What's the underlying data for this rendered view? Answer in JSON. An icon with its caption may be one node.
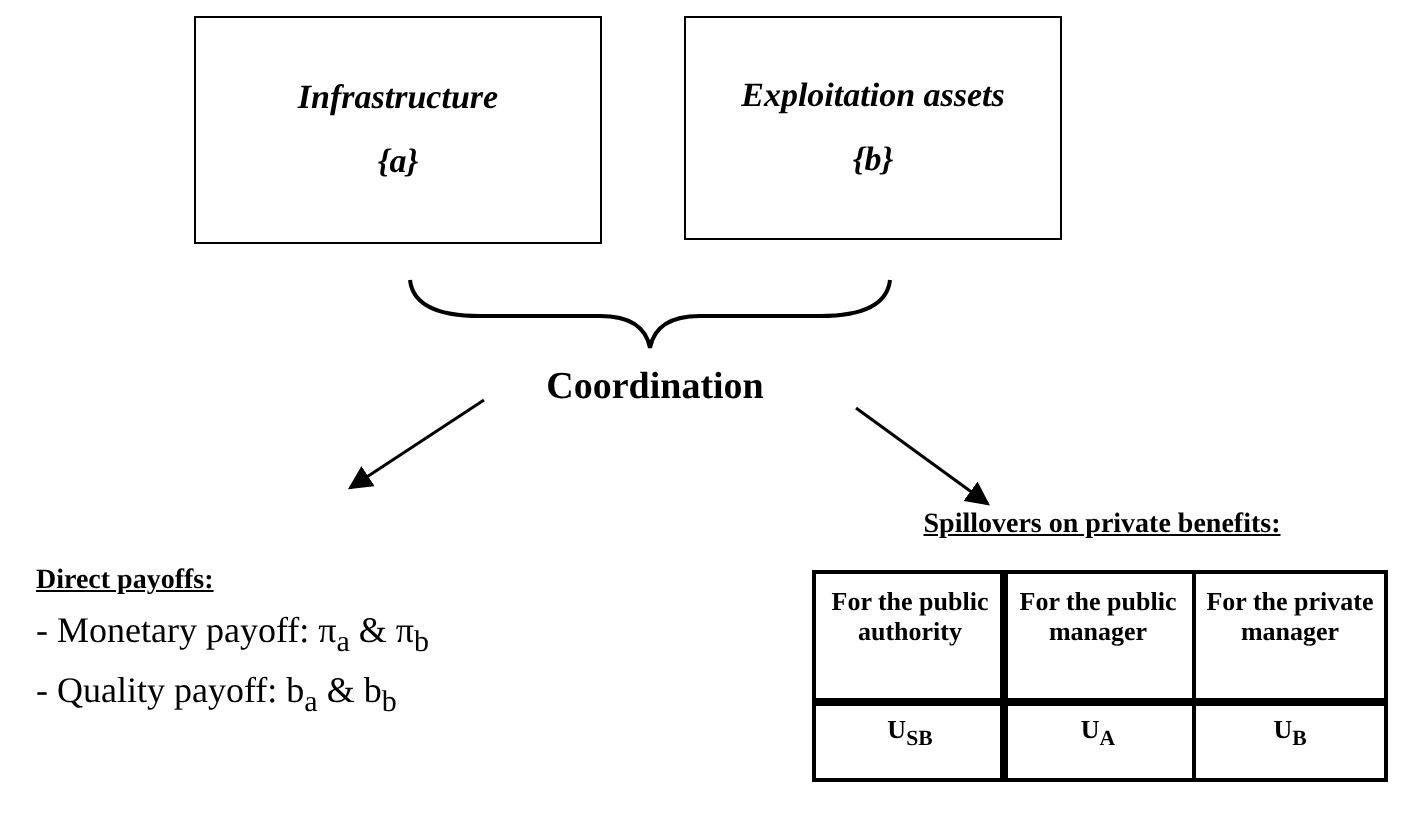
{
  "diagram": {
    "nodes": [
      {
        "text": [
          "Infrastructure",
          "{a}"
        ]
      },
      {
        "text": [
          "Exploitation assets",
          "{b}"
        ]
      },
      {
        "text": [
          "Coordination"
        ]
      },
      {
        "text": [
          "Direct payoffs:",
          "- Monetary payoff: π$_{a}$ & π$_{b}$",
          "- Quality payoff: b$_{a}$ & b$_{b}$"
        ]
      },
      {
        "text": [
          "Spillovers on private benefits:"
        ]
      }
    ],
    "edges": [
      {
        "from": 2,
        "to": 3,
        "arrow": "to"
      },
      {
        "from": 2,
        "to": 4,
        "arrow": "to"
      }
    ],
    "labels": [
      "For the public authority",
      "For the public manager",
      "For the private manager",
      "U$_{SB}$",
      "U$_{A}$",
      "U$_{B}$"
    ]
  }
}
